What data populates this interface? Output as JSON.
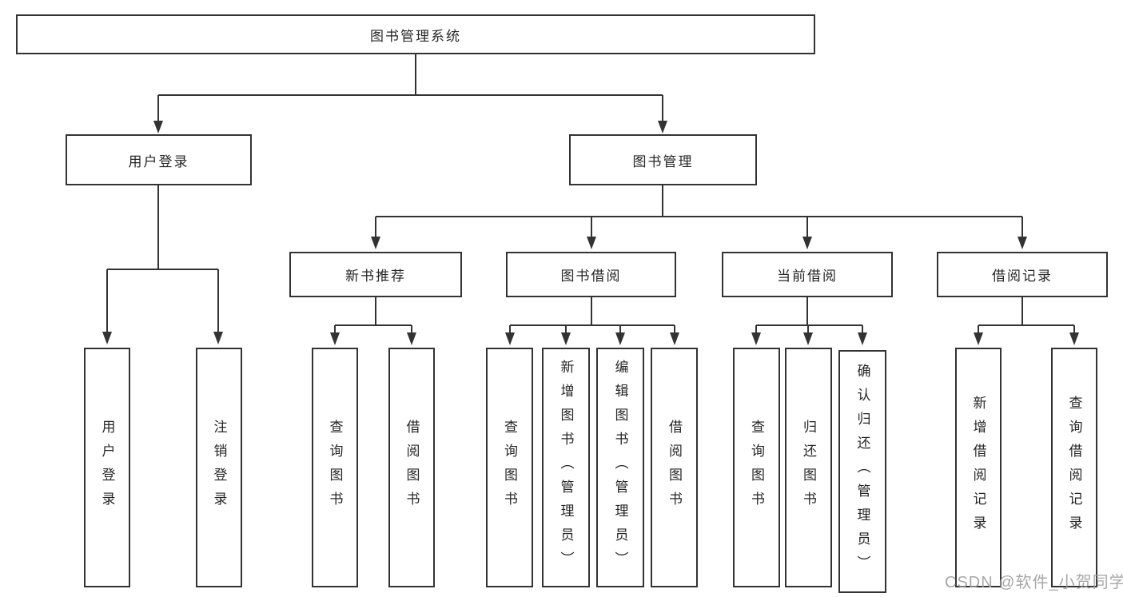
{
  "diagram": {
    "root": "图书管理系统",
    "level2": {
      "user_login": "用户登录",
      "book_management": "图书管理"
    },
    "user_login_leaves": [
      "用户登录",
      "注销登录"
    ],
    "groups": [
      {
        "label": "新书推荐",
        "leaves": [
          "查询图书",
          "借阅图书"
        ]
      },
      {
        "label": "图书借阅",
        "leaves": [
          "查询图书",
          "新增图书（管理员）",
          "编辑图书（管理员）",
          "借阅图书"
        ]
      },
      {
        "label": "当前借阅",
        "leaves": [
          "查询图书",
          "归还图书",
          "确认归还（管理员）"
        ]
      },
      {
        "label": "借阅记录",
        "leaves": [
          "新增借阅记录",
          "查询借阅记录"
        ]
      }
    ],
    "watermark": "CSDN @软件_小贺同学"
  },
  "colors": {
    "line": "#333333",
    "box_border": "#333333",
    "box_fill": "#ffffff",
    "text": "#262626",
    "watermark": "#9e9e9e"
  }
}
